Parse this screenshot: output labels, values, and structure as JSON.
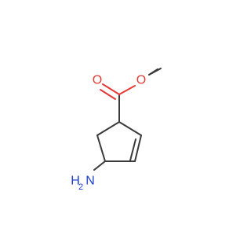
{
  "molecule": {
    "atoms": {
      "carbonyl_oxygen": "O",
      "ester_oxygen": "O",
      "amino_nitrogen": "N",
      "amino_hydrogen": "H",
      "amino_hydrogen_count": "2"
    },
    "colors": {
      "bond": "#3a3a3a",
      "oxygen": "#e53935",
      "nitrogen": "#1e3fcc"
    }
  }
}
